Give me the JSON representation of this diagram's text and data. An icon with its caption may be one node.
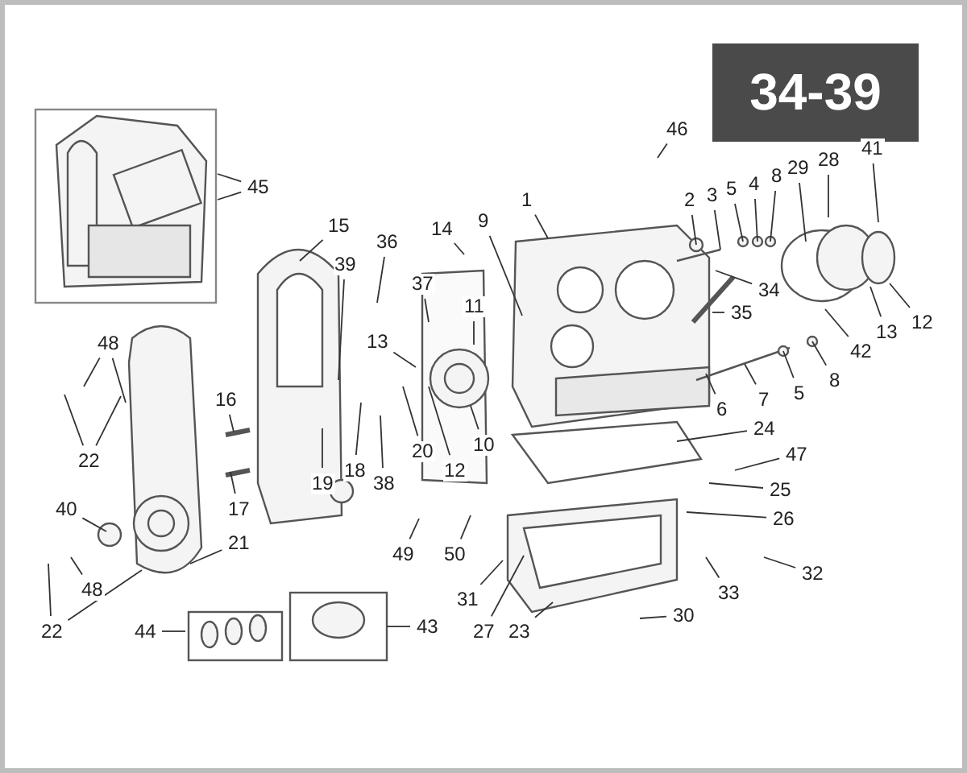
{
  "diagram": {
    "nodes": [
      {
        "text": [
          "45"
        ]
      },
      {
        "text": [
          "46"
        ]
      },
      {
        "text": [
          "1"
        ]
      },
      {
        "text": [
          "28"
        ]
      },
      {
        "text": [
          "41"
        ]
      },
      {
        "text": [
          "29"
        ]
      },
      {
        "text": [
          "8"
        ]
      },
      {
        "text": [
          "4"
        ]
      },
      {
        "text": [
          "5"
        ]
      },
      {
        "text": [
          "3"
        ]
      },
      {
        "text": [
          "2"
        ]
      },
      {
        "text": [
          "9"
        ]
      },
      {
        "text": [
          "15"
        ]
      },
      {
        "text": [
          "14"
        ]
      },
      {
        "text": [
          "36"
        ]
      },
      {
        "text": [
          "39"
        ]
      },
      {
        "text": [
          "37"
        ]
      },
      {
        "text": [
          "34"
        ]
      },
      {
        "text": [
          "11"
        ]
      },
      {
        "text": [
          "35"
        ]
      },
      {
        "text": [
          "13"
        ]
      },
      {
        "text": [
          "13"
        ]
      },
      {
        "text": [
          "12"
        ]
      },
      {
        "text": [
          "48"
        ]
      },
      {
        "text": [
          "42"
        ]
      },
      {
        "text": [
          "8"
        ]
      },
      {
        "text": [
          "5"
        ]
      },
      {
        "text": [
          "7"
        ]
      },
      {
        "text": [
          "6"
        ]
      },
      {
        "text": [
          "16"
        ]
      },
      {
        "text": [
          "24"
        ]
      },
      {
        "text": [
          "47"
        ]
      },
      {
        "text": [
          "20"
        ]
      },
      {
        "text": [
          "10"
        ]
      },
      {
        "text": [
          "18"
        ]
      },
      {
        "text": [
          "22"
        ]
      },
      {
        "text": [
          "12"
        ]
      },
      {
        "text": [
          "25"
        ]
      },
      {
        "text": [
          "38"
        ]
      },
      {
        "text": [
          "19"
        ]
      },
      {
        "text": [
          "26"
        ]
      },
      {
        "text": [
          "17"
        ]
      },
      {
        "text": [
          "40"
        ]
      },
      {
        "text": [
          "49"
        ]
      },
      {
        "text": [
          "50"
        ]
      },
      {
        "text": [
          "32"
        ]
      },
      {
        "text": [
          "21"
        ]
      },
      {
        "text": [
          "33"
        ]
      },
      {
        "text": [
          "31"
        ]
      },
      {
        "text": [
          "48"
        ]
      },
      {
        "text": [
          "27"
        ]
      },
      {
        "text": [
          "23"
        ]
      },
      {
        "text": [
          "30"
        ]
      },
      {
        "text": [
          "22"
        ]
      },
      {
        "text": [
          "44"
        ]
      },
      {
        "text": [
          "43"
        ]
      }
    ],
    "edges": [
      {
        "from": 0,
        "to": null,
        "arrow": "none"
      },
      {
        "from": 0,
        "to": null,
        "arrow": "none"
      },
      {
        "from": 1,
        "to": null,
        "arrow": "none"
      },
      {
        "from": 2,
        "to": null,
        "arrow": "none"
      },
      {
        "from": 3,
        "to": null,
        "arrow": "none"
      },
      {
        "from": 4,
        "to": null,
        "arrow": "none"
      },
      {
        "from": 5,
        "to": null,
        "arrow": "none"
      },
      {
        "from": 6,
        "to": null,
        "arrow": "none"
      },
      {
        "from": 7,
        "to": null,
        "arrow": "none"
      },
      {
        "from": 8,
        "to": null,
        "arrow": "none"
      },
      {
        "from": 9,
        "to": null,
        "arrow": "none"
      },
      {
        "from": 10,
        "to": null,
        "arrow": "none"
      },
      {
        "from": 11,
        "to": null,
        "arrow": "none"
      },
      {
        "from": 12,
        "to": null,
        "arrow": "none"
      },
      {
        "from": 13,
        "to": null,
        "arrow": "none"
      },
      {
        "from": 14,
        "to": null,
        "arrow": "none"
      },
      {
        "from": 15,
        "to": null,
        "arrow": "none"
      },
      {
        "from": 16,
        "to": null,
        "arrow": "none"
      },
      {
        "from": 17,
        "to": null,
        "arrow": "none"
      },
      {
        "from": 18,
        "to": null,
        "arrow": "none"
      },
      {
        "from": 19,
        "to": null,
        "arrow": "none"
      },
      {
        "from": 20,
        "to": null,
        "arrow": "none"
      },
      {
        "from": 21,
        "to": null,
        "arrow": "none"
      },
      {
        "from": 22,
        "to": null,
        "arrow": "none"
      },
      {
        "from": 23,
        "to": null,
        "arrow": "none"
      },
      {
        "from": 23,
        "to": null,
        "arrow": "none"
      },
      {
        "from": 24,
        "to": null,
        "arrow": "none"
      },
      {
        "from": 25,
        "to": null,
        "arrow": "none"
      },
      {
        "from": 26,
        "to": null,
        "arrow": "none"
      },
      {
        "from": 27,
        "to": null,
        "arrow": "none"
      },
      {
        "from": 28,
        "to": null,
        "arrow": "none"
      },
      {
        "from": 29,
        "to": null,
        "arrow": "none"
      },
      {
        "from": 30,
        "to": null,
        "arrow": "none"
      },
      {
        "from": 31,
        "to": null,
        "arrow": "none"
      },
      {
        "from": 32,
        "to": null,
        "arrow": "none"
      },
      {
        "from": 33,
        "to": null,
        "arrow": "none"
      },
      {
        "from": 34,
        "to": null,
        "arrow": "none"
      },
      {
        "from": 35,
        "to": null,
        "arrow": "none"
      },
      {
        "from": 35,
        "to": null,
        "arrow": "none"
      },
      {
        "from": 36,
        "to": null,
        "arrow": "none"
      },
      {
        "from": 37,
        "to": null,
        "arrow": "none"
      },
      {
        "from": 38,
        "to": null,
        "arrow": "none"
      },
      {
        "from": 39,
        "to": null,
        "arrow": "none"
      },
      {
        "from": 40,
        "to": null,
        "arrow": "none"
      },
      {
        "from": 41,
        "to": null,
        "arrow": "none"
      },
      {
        "from": 42,
        "to": null,
        "arrow": "none"
      },
      {
        "from": 43,
        "to": null,
        "arrow": "none"
      },
      {
        "from": 44,
        "to": null,
        "arrow": "none"
      },
      {
        "from": 45,
        "to": null,
        "arrow": "none"
      },
      {
        "from": 46,
        "to": null,
        "arrow": "none"
      },
      {
        "from": 47,
        "to": null,
        "arrow": "none"
      },
      {
        "from": 48,
        "to": null,
        "arrow": "none"
      },
      {
        "from": 49,
        "to": null,
        "arrow": "none"
      },
      {
        "from": 50,
        "to": null,
        "arrow": "none"
      },
      {
        "from": 51,
        "to": null,
        "arrow": "none"
      },
      {
        "from": 52,
        "to": null,
        "arrow": "none"
      },
      {
        "from": 53,
        "to": null,
        "arrow": "none"
      },
      {
        "from": 53,
        "to": null,
        "arrow": "none"
      },
      {
        "from": 54,
        "to": null,
        "arrow": "none"
      },
      {
        "from": 55,
        "to": null,
        "arrow": "none"
      }
    ],
    "labels": [
      "34-39"
    ]
  }
}
